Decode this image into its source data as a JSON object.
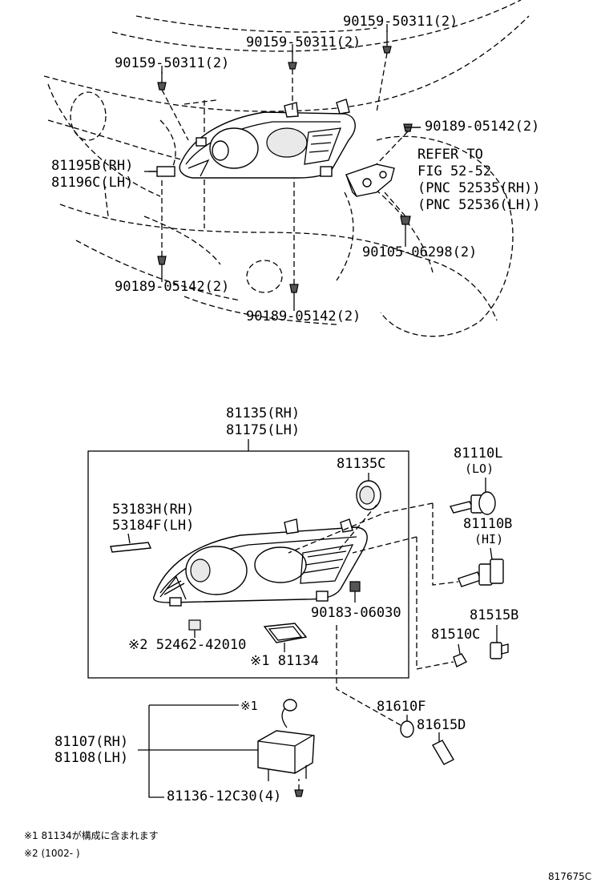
{
  "labels": {
    "bolt_top_right": "90159-50311(2)",
    "bolt_top_mid": "90159-50311(2)",
    "bolt_top_left": "90159-50311(2)",
    "clip_right": "90189-05142(2)",
    "refer_1": "REFER TO",
    "refer_2": "FIG 52-52",
    "refer_3": "(PNC 52535(RH))",
    "refer_4": "(PNC 52536(LH))",
    "adjuster_rh": "81195B(RH)",
    "adjuster_lh": "81196C(LH)",
    "bolt_bracket": "90105-06298(2)",
    "clip_lower_left": "90189-05142(2)",
    "clip_lower_mid": "90189-05142(2)",
    "assy_rh": "81135(RH)",
    "assy_lh": "81175(LH)",
    "cap": "81135C",
    "bulb_lo": "81110L",
    "bulb_lo_sub": "(LO)",
    "bulb_hi": "81110B",
    "bulb_hi_sub": "(HI)",
    "strip_rh": "53183H(RH)",
    "strip_lh": "53184F(LH)",
    "nut": "90183-06030",
    "socket": "81515B",
    "side_bulb": "81510C",
    "mark2_part": "※2 52462-42010",
    "mark1_part": "※1 81134",
    "bulb_f": "81610F",
    "socket_d": "81615D",
    "mark1": "※1",
    "ballast_rh": "81107(RH)",
    "ballast_lh": "81108(LH)",
    "screw": "81136-12C30(4)",
    "footnote_1": "※1 81134が構成に含まれます",
    "footnote_2": "※2 (1002-        )",
    "figure_code": "817675C"
  }
}
